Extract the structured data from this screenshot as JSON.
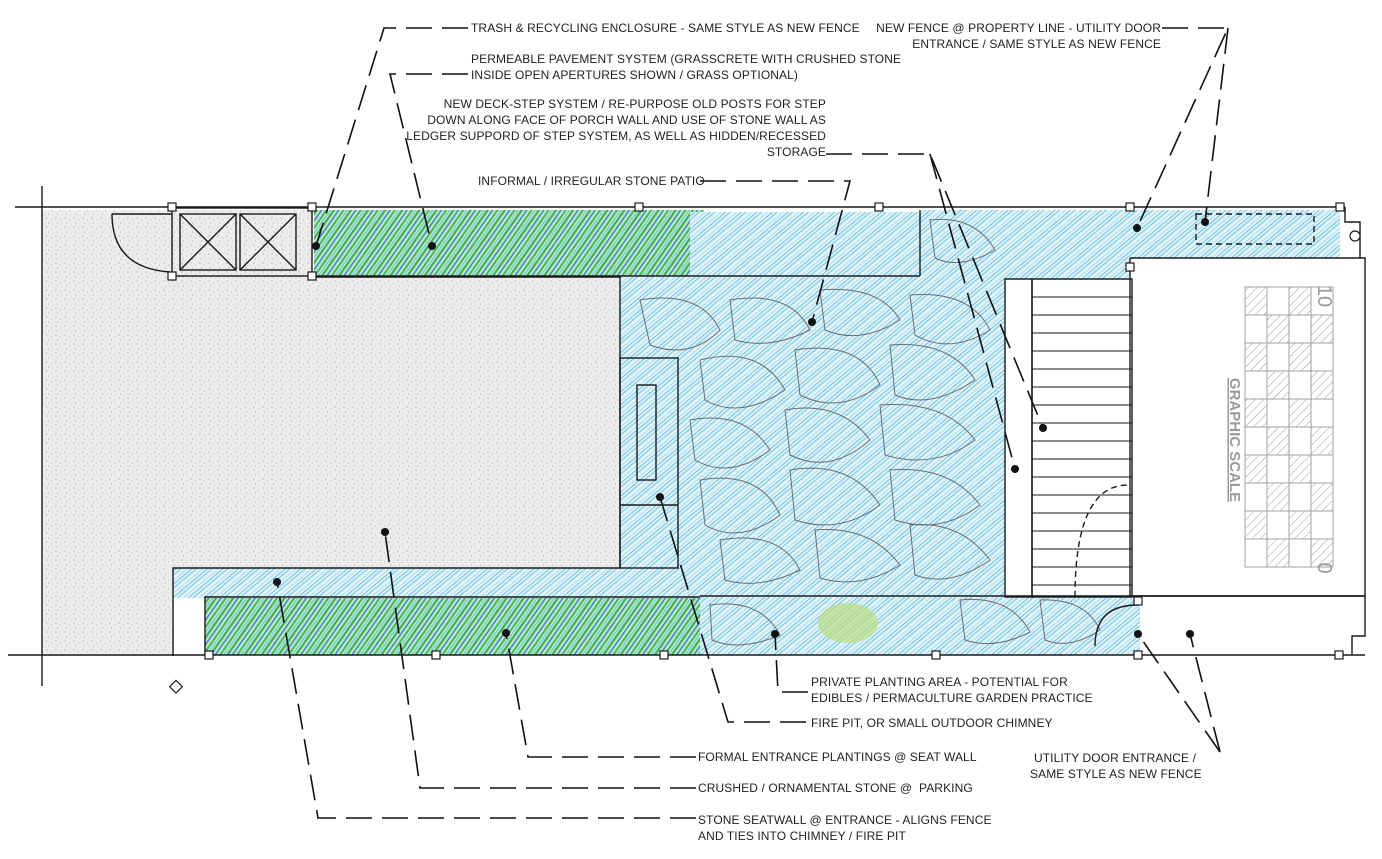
{
  "labels": {
    "trash": "TRASH & RECYCLING ENCLOSURE - SAME STYLE AS NEW FENCE",
    "pavement": "PERMEABLE PAVEMENT SYSTEM (GRASSCRETE WITH CRUSHED STONE\nINSIDE OPEN APERTURES SHOWN / GRASS OPTIONAL)",
    "deck": "NEW DECK-STEP SYSTEM / RE-PURPOSE OLD POSTS FOR STEP\nDOWN ALONG FACE OF PORCH WALL AND USE OF STONE WALL AS\nLEDGER SUPPORD OF STEP SYSTEM, AS WELL AS HIDDEN/RECESSED\nSTORAGE",
    "patio": "INFORMAL / IRREGULAR STONE PATIO",
    "fence": "NEW FENCE @ PROPERTY LINE - UTILITY DOOR\nENTRANCE / SAME STYLE AS NEW FENCE",
    "planting": "PRIVATE PLANTING AREA - POTENTIAL FOR\nEDIBLES / PERMACULTURE GARDEN PRACTICE",
    "firepit": "FIRE PIT, OR SMALL OUTDOOR CHIMNEY",
    "formal": "FORMAL ENTRANCE PLANTINGS @ SEAT WALL",
    "crushed": "CRUSHED / ORNAMENTAL STONE @  PARKING",
    "seatwall": "STONE SEATWALL @ ENTRANCE - ALIGNS FENCE\nAND TIES INTO CHIMNEY / FIRE PIT",
    "utility": "UTILITY DOOR ENTRANCE /\nSAME STYLE AS NEW FENCE"
  },
  "scale": {
    "title": "GRAPHIC SCALE",
    "max": "10",
    "min": "0"
  },
  "colors": {
    "line": "#1a1a1a",
    "planting_green": "#3fae5a",
    "planting_blue": "#2f7fc7",
    "patio_blue": "#8fd0ea",
    "gravel": "#cfcfcf"
  }
}
